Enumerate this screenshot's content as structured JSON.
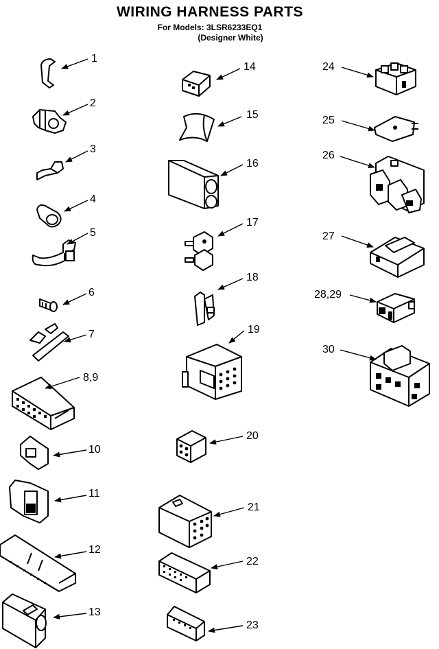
{
  "title": "WIRING HARNESS PARTS",
  "subtitle_models": "For Models: 3LSR6233EQ1",
  "subtitle_color": "(Designer White)",
  "callouts": [
    "1",
    "2",
    "3",
    "4",
    "5",
    "6",
    "7",
    "8,9",
    "10",
    "11",
    "12",
    "13",
    "14",
    "15",
    "16",
    "17",
    "18",
    "19",
    "20",
    "21",
    "22",
    "23",
    "24",
    "25",
    "26",
    "27",
    "28,29",
    "30"
  ]
}
